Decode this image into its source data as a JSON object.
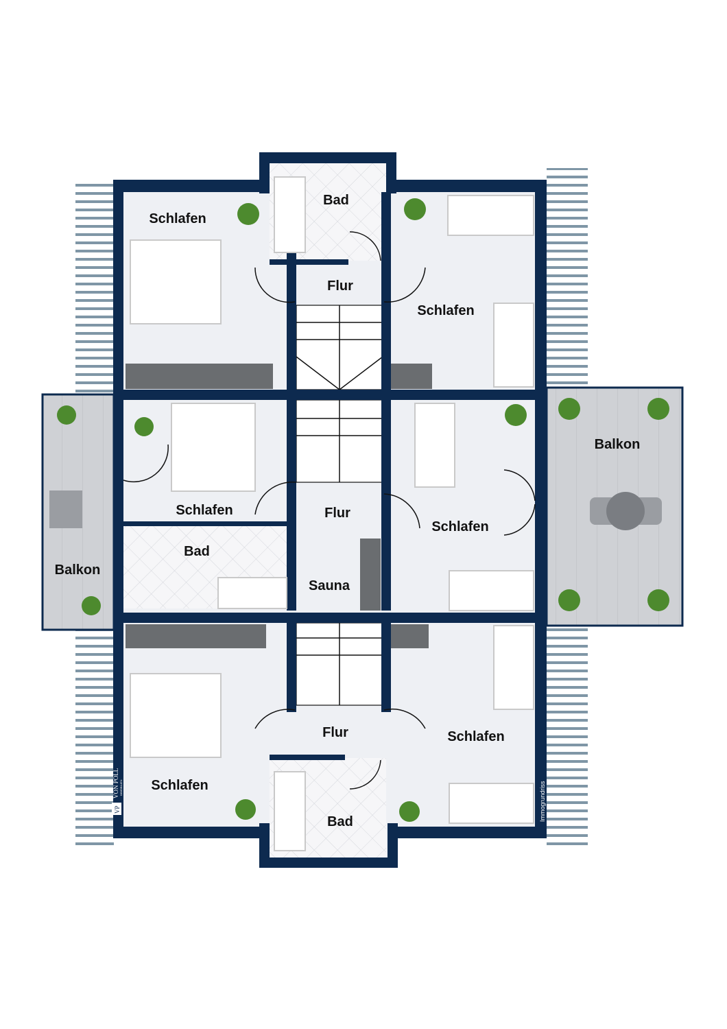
{
  "rooms": {
    "schlafen_top_left": "Schlafen",
    "bad_top": "Bad",
    "flur_top": "Flur",
    "schlafen_top_right": "Schlafen",
    "schlafen_mid_left": "Schlafen",
    "flur_mid": "Flur",
    "schlafen_mid_right": "Schlafen",
    "bad_mid": "Bad",
    "sauna": "Sauna",
    "balkon_left": "Balkon",
    "balkon_right": "Balkon",
    "flur_bottom": "Flur",
    "schlafen_bottom_left": "Schlafen",
    "schlafen_bottom_right": "Schlafen",
    "bad_bottom": "Bad"
  },
  "branding": {
    "logo_text": "VON POLL",
    "logo_subtext": "IMMOBILIEN",
    "logo_mark": "VP",
    "watermark": "Immogrundriss"
  },
  "colors": {
    "wall": "#0d2a4f",
    "floor": "#eef0f4",
    "deck": "#c8cacf"
  }
}
